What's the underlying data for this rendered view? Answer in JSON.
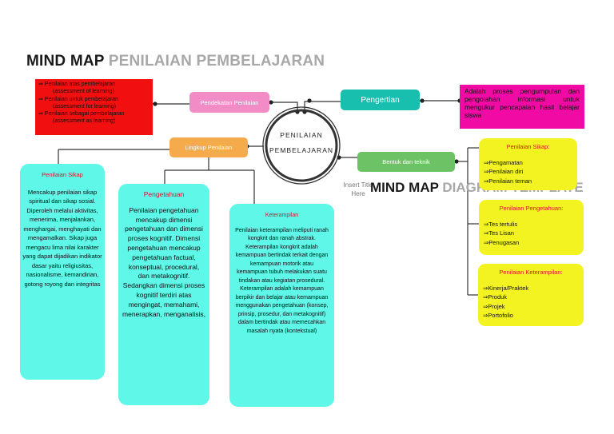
{
  "title": {
    "bold": "MIND MAP",
    "light": "PENILAIAN PEMBELAJARAN"
  },
  "watermark": {
    "bold": "MIND MAP",
    "light": "DIAGRAM TEMPLATE"
  },
  "insert_text": [
    "Insert Title",
    "Here"
  ],
  "center": {
    "line1": "PENILAIAN",
    "line2": "PEMBELAJARAN"
  },
  "nodes": {
    "pendekatan": "Pendekatan Penilaian",
    "pengertian": "Pengertian",
    "lingkup": "Lingkup Penilaian",
    "bentuk": "Bentuk dan teknik"
  },
  "red_box": {
    "items": [
      [
        "Penilaian atas pembelajaran",
        "(assessment of learning)"
      ],
      [
        "Penilaian untuk pembelajaran",
        "(assessment for learning)"
      ],
      [
        "Penilaian sebagai pembelajaran",
        "(assessment as learning)"
      ]
    ]
  },
  "definition": "Adalah proses pengumpulan dan pengolahan informasi untuk mengukur pencapaian hasil belajar siswa",
  "sikap_panel": {
    "heading": "Penilaian Sikap",
    "body": "Mencakup penilaian sikap spiritual dan sikap sosial. Diperoleh melalui aktivitas, menerima, menjalankan, menghargai, menghayati dan mengamalkan. Sikap juga mengacu lima nilai karakter yang dapat dijadikan indikator dasar yaitu religiusitas, nasionalisme, kemandirian, gotong royong dan integritas"
  },
  "pengetahuan_panel": {
    "heading": "Pengetahuan",
    "body": "Penilaian pengetahuan mencakup dimensi pengetahuan dan dimensi proses kognitif. Dimensi pengetahuan mencakup pengetahuan factual, konseptual, procedural, dan metakognitif. Sedangkan dimensi proses kognitif terdiri atas mengingat, memahami, menerapkan, menganalisis,"
  },
  "keterampilan_panel": {
    "heading": "Keterampilan",
    "body": "Penilaian keterampilan meliputi ranah kongkrit dan ranah abstrak. Keterampilan kongkrit adalah kemampuan bertindak terkait dengan kemampuan motorik atau kemampuan tubuh melakukan suatu tindakan atau kegiatan prosedural. Keterampilan adalah kemampuan berpikir dan belajar atau kemampuan menggunakan pengetahuan (konsep, prinsip, prosedur, dan metakognitif) dalam bertindak atau memecahkan masalah nyata (kontekstual)"
  },
  "bentuk_sikap": {
    "heading": "Penilaian Sikap:",
    "items": [
      "Pengamatan",
      "Penilaian diri",
      "Penilaian teman"
    ]
  },
  "bentuk_pengetahuan": {
    "heading": "Penilaian Pengetahuan:",
    "items": [
      "Tes tertulis",
      "Tes Lisan",
      "Penugasan"
    ]
  },
  "bentuk_keterampilan": {
    "heading": "Penilaian Keterampilan:",
    "items": [
      "Kinerja/Praktek",
      "Produk",
      "Projek",
      "Portofolio"
    ]
  },
  "bullet_arrow": "⇒",
  "colors": {
    "red": "#f20f0f",
    "pink": "#f28cc7",
    "teal": "#18bfae",
    "magenta": "#f20aa4",
    "orange": "#f5aa4c",
    "green": "#6cc265",
    "cyan": "#5ef7e8",
    "yellow": "#f3f321"
  }
}
